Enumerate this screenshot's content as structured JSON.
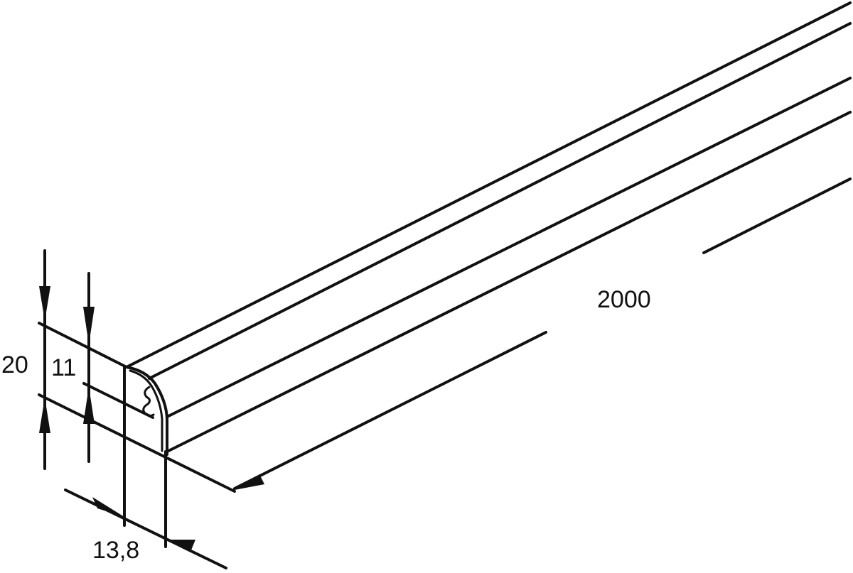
{
  "drawing": {
    "subject": "cable trunking profile, isometric view",
    "line_color": "#111111",
    "background": "#ffffff"
  },
  "dimensions": {
    "height_total": {
      "label": "20",
      "orientation": "vertical"
    },
    "height_inner": {
      "label": "11",
      "orientation": "vertical"
    },
    "width": {
      "label": "13,8",
      "orientation": "diagonal"
    },
    "length": {
      "label": "2000",
      "orientation": "along-axis"
    }
  }
}
